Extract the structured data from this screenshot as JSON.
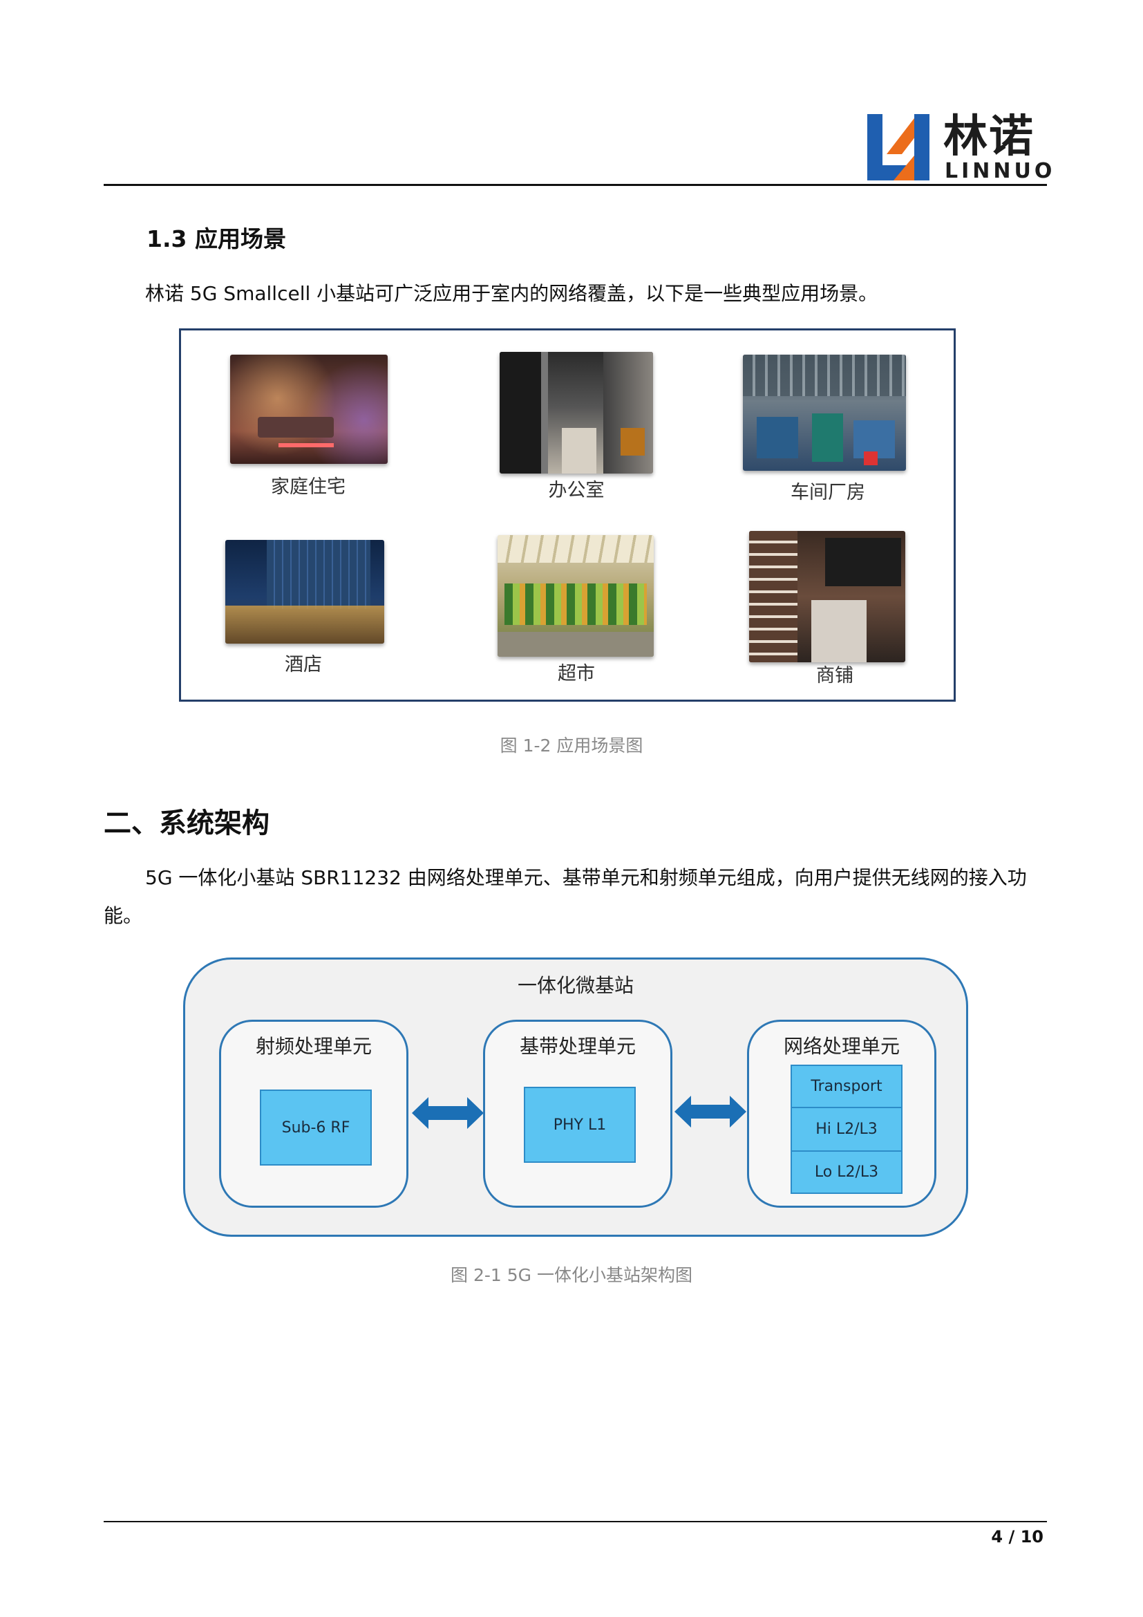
{
  "header": {
    "logo_cn": "林诺",
    "logo_en": "LINNUO",
    "logo_colors": {
      "blue": "#1f5fb0",
      "orange": "#ec6d1b"
    }
  },
  "section_1_3": {
    "heading": "1.3  应用场景",
    "paragraph": "林诺 5G Smallcell 小基站可广泛应用于室内的网络覆盖，以下是一些典型应用场景。",
    "scenes": [
      {
        "label": "家庭住宅",
        "icon": "home-interior-photo"
      },
      {
        "label": "办公室",
        "icon": "office-corridor-photo"
      },
      {
        "label": "车间厂房",
        "icon": "factory-workshop-photo"
      },
      {
        "label": "酒店",
        "icon": "hotel-building-photo"
      },
      {
        "label": "超市",
        "icon": "supermarket-photo"
      },
      {
        "label": "商铺",
        "icon": "shop-store-photo"
      }
    ],
    "caption": "图 1-2  应用场景图"
  },
  "section_2": {
    "heading": "二、系统架构",
    "paragraph_line1": "5G 一体化小基站 SBR11232 由网络处理单元、基带单元和射频单元组成，向用户提供无线网的接入功",
    "paragraph_line2": "能。",
    "diagram": {
      "title": "一体化微基站",
      "units": [
        {
          "title": "射频处理单元",
          "blocks": [
            "Sub-6 RF"
          ]
        },
        {
          "title": "基带处理单元",
          "blocks": [
            "PHY L1"
          ]
        },
        {
          "title": "网络处理单元",
          "blocks": [
            "Transport",
            "Hi L2/L3",
            "Lo L2/L3"
          ]
        }
      ],
      "colors": {
        "border": "#2e78b5",
        "block_fill": "#5bc4f2",
        "arrow": "#1b6fb5"
      }
    },
    "caption": "图 2-1 5G 一体化小基站架构图"
  },
  "footer": {
    "page_number": "4 / 10"
  }
}
